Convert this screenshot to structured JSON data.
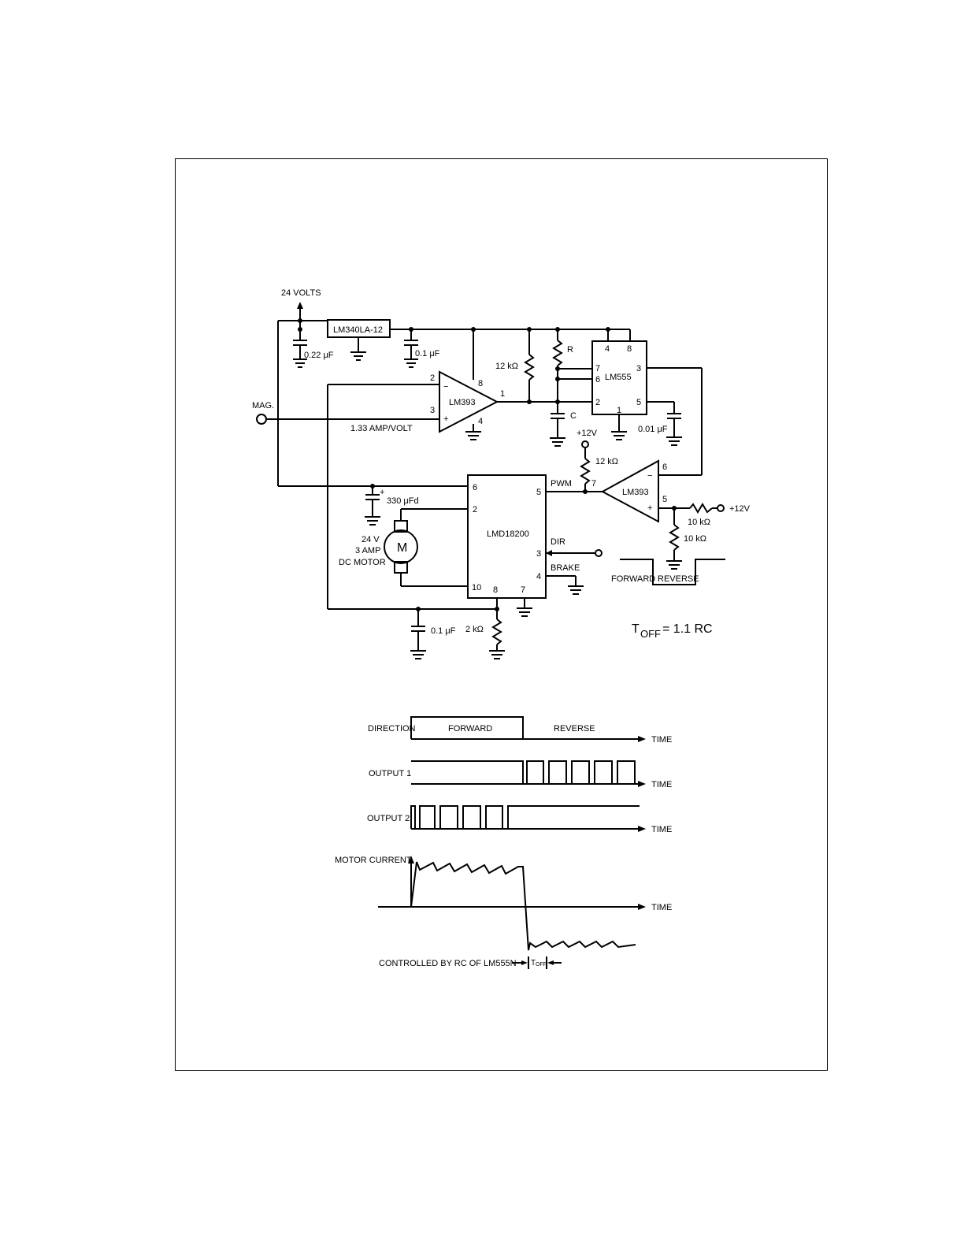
{
  "schematic": {
    "supply": "24 VOLTS",
    "regulator": "LM340LA-12",
    "c1": "0.22 μF",
    "c2": "0.1 μF",
    "mag": "MAG.",
    "sense": "1.33 AMP/VOLT",
    "comp1": "LM393",
    "r12k_top": "12 kΩ",
    "timer_r": "R",
    "timer_c": "C",
    "timer": "LM555",
    "c_timer": "0.01 μF",
    "vcc_12_top": "+12V",
    "r12k_pull": "12 kΩ",
    "pwm": "PWM",
    "comp2": "LM393",
    "vcc_12_right": "+12V",
    "r10k_a": "10 kΩ",
    "r10k_b": "10 kΩ",
    "c330": "330 μFd",
    "motor_v": "24 V",
    "motor_a": "3 AMP",
    "motor_type": "DC MOTOR",
    "motor_m": "M",
    "driver": "LMD18200",
    "dir": "DIR",
    "brake": "BRAKE",
    "forward": "FORWARD",
    "reverse": "REVERSE",
    "c_bottom": "0.1 μF",
    "r2k": "2 kΩ",
    "toff_eq_t": "T",
    "toff_eq_sub": "OFF",
    "toff_eq_rest": "= 1.1 RC",
    "pins": {
      "lm393a": {
        "p2": "2",
        "p3": "3",
        "p8": "8",
        "p1": "1",
        "p4": "4",
        "minus": "−",
        "plus": "+"
      },
      "lm555": {
        "p4": "4",
        "p8": "8",
        "p7": "7",
        "p6": "6",
        "p3": "3",
        "p2": "2",
        "p1": "1",
        "p5": "5"
      },
      "lm393b": {
        "p6": "6",
        "p7": "7",
        "p5": "5",
        "minus": "−",
        "plus": "+"
      },
      "lmd": {
        "p6": "6",
        "p2": "2",
        "p5": "5",
        "p3": "3",
        "p4": "4",
        "p10": "10",
        "p8": "8",
        "p7": "7"
      },
      "cap_plus": "+"
    }
  },
  "timing": {
    "direction": "DIRECTION",
    "forward": "FORWARD",
    "reverse": "REVERSE",
    "output1": "OUTPUT 1",
    "output2": "OUTPUT 2",
    "motor_current": "MOTOR CURRENT",
    "time": "TIME",
    "controlled": "CONTROLLED BY RC OF LM555N",
    "toff": "T",
    "toff_sub": "OFF"
  }
}
